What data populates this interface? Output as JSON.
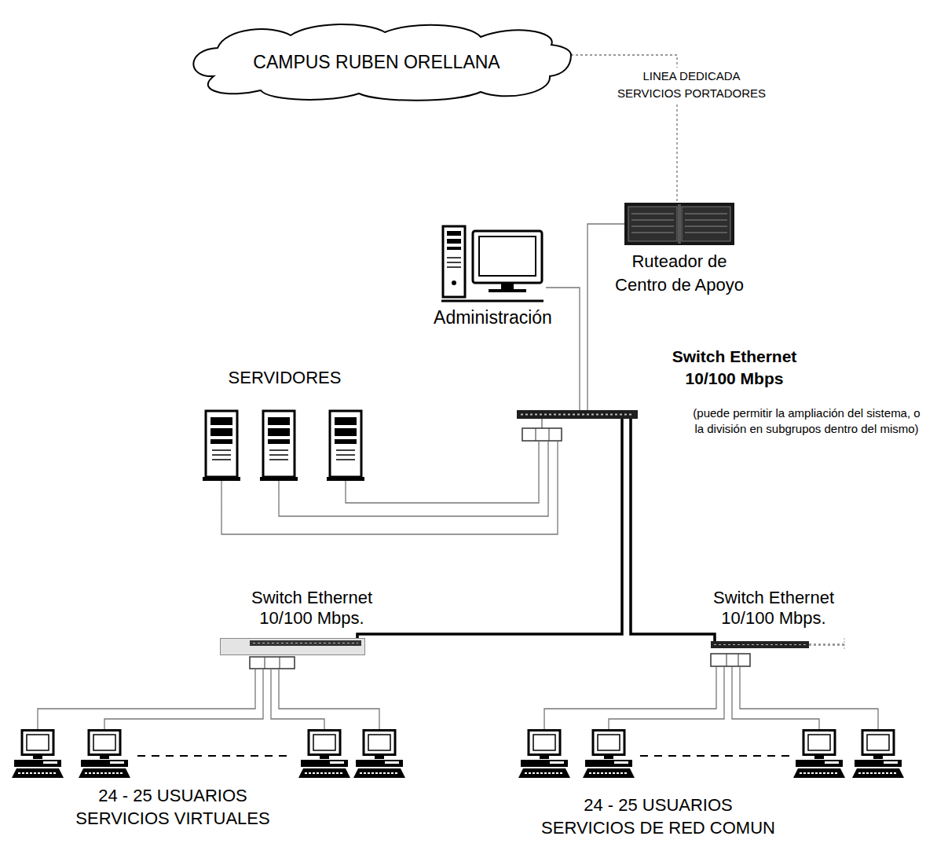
{
  "diagram": {
    "nodes": [
      {
        "text": [
          "CAMPUS RUBEN ORELLANA"
        ]
      },
      {
        "text": [
          "Ruteador de Centro de Apoyo"
        ]
      },
      {
        "text": [
          "Administración"
        ]
      },
      {
        "text": [
          "SERVIDORES"
        ]
      },
      {
        "text": [
          "Switch Ethernet 10/100 Mbps"
        ]
      },
      {
        "text": [
          "Switch Ethernet 10/100 Mbps."
        ]
      },
      {
        "text": [
          "Switch Ethernet 10/100 Mbps."
        ]
      },
      {
        "text": [
          "24 - 25 USUARIOS",
          "SERVICIOS VIRTUALES"
        ]
      },
      {
        "text": [
          "24 - 25 USUARIOS",
          "SERVICIOS DE RED COMUN"
        ]
      }
    ],
    "edges": [
      {
        "from": 0,
        "to": 1,
        "arrow": "none",
        "label": "LINEA DEDICADA SERVICIOS PORTADORES"
      },
      {
        "from": 1,
        "to": 4,
        "arrow": "none"
      },
      {
        "from": 2,
        "to": 4,
        "arrow": "none"
      },
      {
        "from": 3,
        "to": 4,
        "arrow": "none"
      },
      {
        "from": 4,
        "to": 5,
        "arrow": "none"
      },
      {
        "from": 4,
        "to": 6,
        "arrow": "none"
      },
      {
        "from": 5,
        "to": 7,
        "arrow": "none"
      },
      {
        "from": 6,
        "to": 8,
        "arrow": "none"
      }
    ],
    "labels": [
      "(puede permitir la ampliación del sistema, o la división en subgrupos dentro del mismo)"
    ]
  }
}
